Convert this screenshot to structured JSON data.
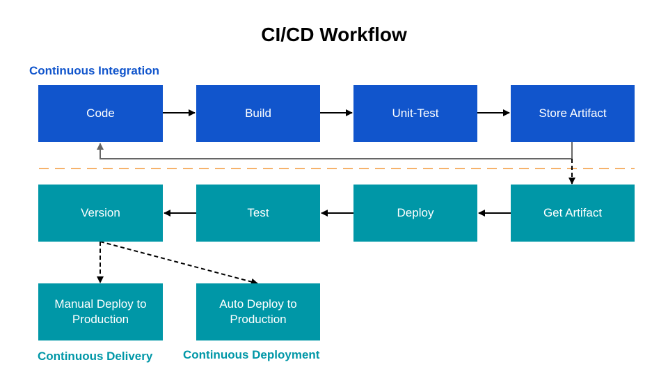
{
  "title": "CI/CD Workflow",
  "sections": {
    "continuous_integration": "Continuous Integration",
    "continuous_delivery": "Continuous Delivery",
    "continuous_deployment": "Continuous Deployment"
  },
  "nodes": {
    "code": "Code",
    "build": "Build",
    "unit_test": "Unit-Test",
    "store_artifact": "Store Artifact",
    "get_artifact": "Get Artifact",
    "deploy": "Deploy",
    "test": "Test",
    "version": "Version",
    "manual_deploy": "Manual Deploy to Production",
    "auto_deploy": "Auto Deploy to Production"
  },
  "colors": {
    "ci_box": "#1155cc",
    "cd_box": "#0097a7",
    "ci_label": "#1155cc",
    "cd_label": "#0097a7",
    "separator": "#f6b26b",
    "arrow": "#000000",
    "feedback_line": "#666666"
  }
}
